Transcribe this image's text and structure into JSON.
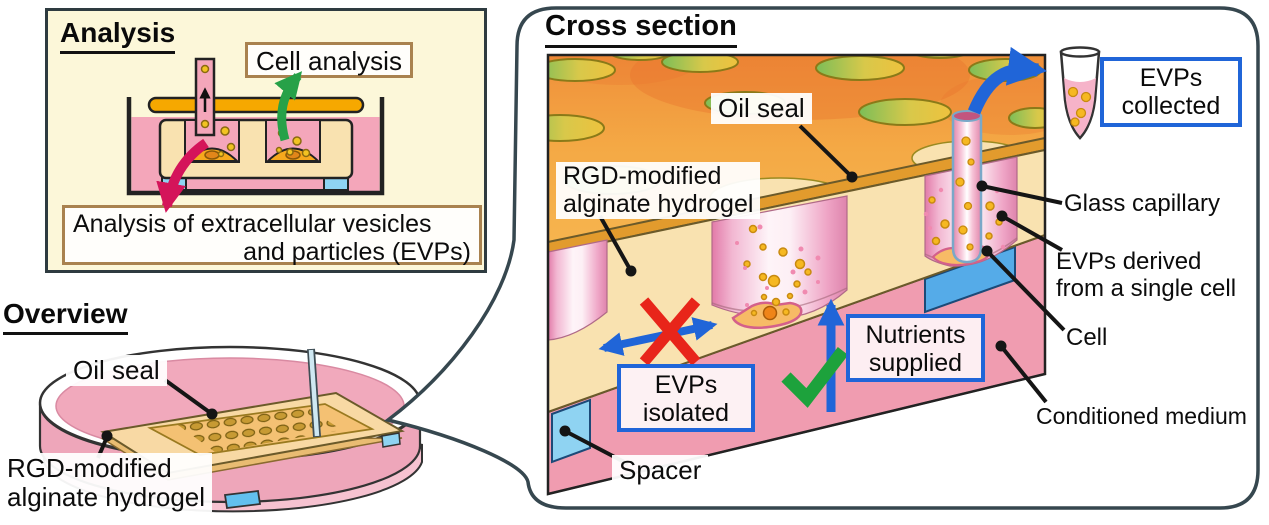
{
  "panels": {
    "analysis": {
      "title": "Analysis",
      "cell_box": "Cell analysis",
      "evp_box_l1": "Analysis of extracellular vesicles",
      "evp_box_l2": "and particles (EVPs)"
    },
    "overview": {
      "title": "Overview",
      "oil_seal": "Oil seal",
      "hydrogel_l1": "RGD-modified",
      "hydrogel_l2": "alginate hydrogel"
    },
    "cross": {
      "title": "Cross section",
      "oil_seal": "Oil seal",
      "hydrogel_l1": "RGD-modified",
      "hydrogel_l2": "alginate hydrogel",
      "collected_l1": "EVPs",
      "collected_l2": "collected",
      "capillary": "Glass capillary",
      "derived_l1": "EVPs derived",
      "derived_l2": "from a single cell",
      "cell": "Cell",
      "medium": "Conditioned medium",
      "isolated_l1": "EVPs",
      "isolated_l2": "isolated",
      "nutrients_l1": "Nutrients",
      "nutrients_l2": "supplied",
      "spacer": "Spacer"
    },
    "colors": {
      "accent_blue": "#2065d8",
      "seal_orange": "#f2a13e",
      "hydrogel_cream": "#f9e2b0",
      "medium_pink": "#f09cb0",
      "spacer_blue": "#8fd3f2",
      "arrow_green": "#27a148",
      "arrow_crimson": "#d4145a",
      "cross_red": "#e8251a",
      "check_green": "#1da23c",
      "panel_cream": "#fcf7d9",
      "box_border_brown": "#a9824f"
    }
  }
}
